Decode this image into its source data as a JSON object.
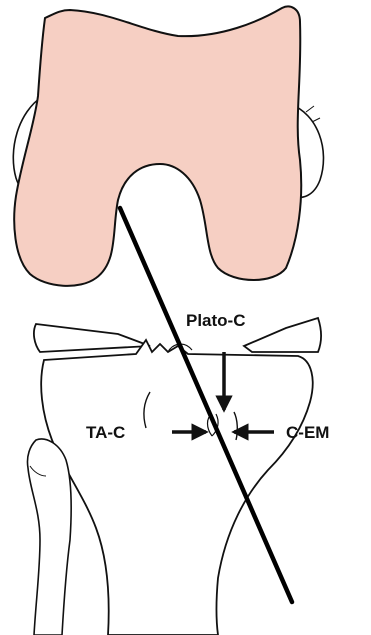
{
  "labels": {
    "plato_c": "Plato-C",
    "ta_c": "TA-C",
    "c_em": "C-EM"
  },
  "colors": {
    "femur_fill": "#f6cfc3",
    "outline": "#111111",
    "axis_line": "#000000",
    "background": "#ffffff"
  }
}
